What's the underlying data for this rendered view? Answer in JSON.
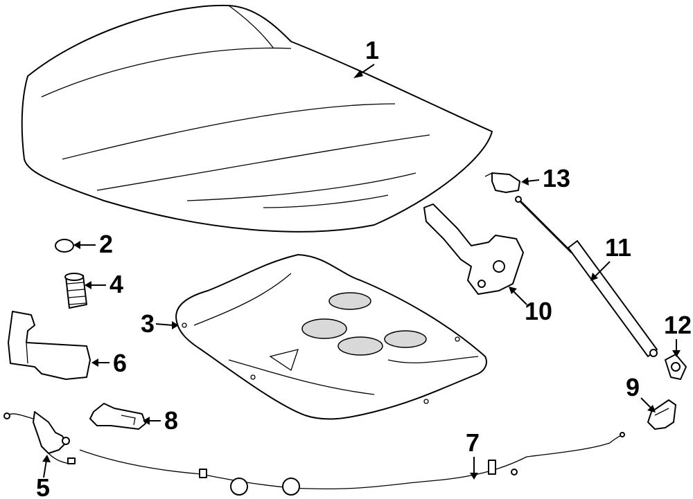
{
  "callouts": [
    {
      "id": "c1",
      "number": "1"
    },
    {
      "id": "c2",
      "number": "2"
    },
    {
      "id": "c3",
      "number": "3"
    },
    {
      "id": "c4",
      "number": "4"
    },
    {
      "id": "c5",
      "number": "5"
    },
    {
      "id": "c6",
      "number": "6"
    },
    {
      "id": "c7",
      "number": "7"
    },
    {
      "id": "c8",
      "number": "8"
    },
    {
      "id": "c9",
      "number": "9"
    },
    {
      "id": "c10",
      "number": "10"
    },
    {
      "id": "c11",
      "number": "11"
    },
    {
      "id": "c12",
      "number": "12"
    },
    {
      "id": "c13",
      "number": "13"
    }
  ]
}
